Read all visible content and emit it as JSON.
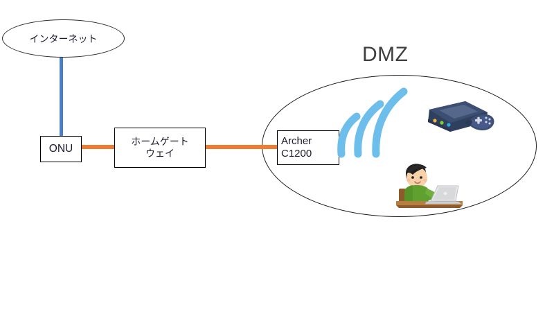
{
  "diagram": {
    "title_visible": false,
    "zone": {
      "label": "DMZ",
      "shape": "ellipse",
      "border_color": "#1c1c1c",
      "label_color": "#3f3f3f"
    },
    "nodes": [
      {
        "id": "internet",
        "label": "インターネット",
        "shape": "ellipse",
        "text_color": "#1a1a2e"
      },
      {
        "id": "onu",
        "label": "ONU",
        "shape": "rectangle",
        "text_color": "#1a1a2e"
      },
      {
        "id": "gateway",
        "label": "ホームゲート\nウェイ",
        "shape": "rectangle",
        "text_color": "#1a1a2e"
      },
      {
        "id": "archer",
        "label": "Archer\nC1200",
        "shape": "rectangle",
        "text_color": "#1a1a2e"
      }
    ],
    "links": [
      {
        "id": "internet-onu",
        "from": "internet",
        "to": "onu",
        "color": "#4A7EC8",
        "orientation": "vertical"
      },
      {
        "id": "onu-gateway",
        "from": "onu",
        "to": "gateway",
        "color": "#ED7D31",
        "orientation": "horizontal"
      },
      {
        "id": "gateway-archer",
        "from": "gateway",
        "to": "archer",
        "color": "#ED7D31",
        "orientation": "horizontal"
      }
    ],
    "illustrations": [
      {
        "id": "wifi-waves",
        "name": "wifi-signal-icon",
        "color": "#6DBEEA",
        "arc_count": 3
      },
      {
        "id": "game-console",
        "name": "game-console-icon",
        "body_color": "#394A6B",
        "top_color": "#4C5F84",
        "led_colors": [
          "#F2B53A",
          "#7ED321",
          "#2FA8E0"
        ]
      },
      {
        "id": "person-laptop",
        "name": "person-using-laptop-icon",
        "shirt_color": "#5FA030",
        "hair_color": "#211f20",
        "skin_color": "#F7D1A8",
        "desk_color": "#B5803F",
        "laptop_color": "#D8D9DB"
      }
    ]
  }
}
